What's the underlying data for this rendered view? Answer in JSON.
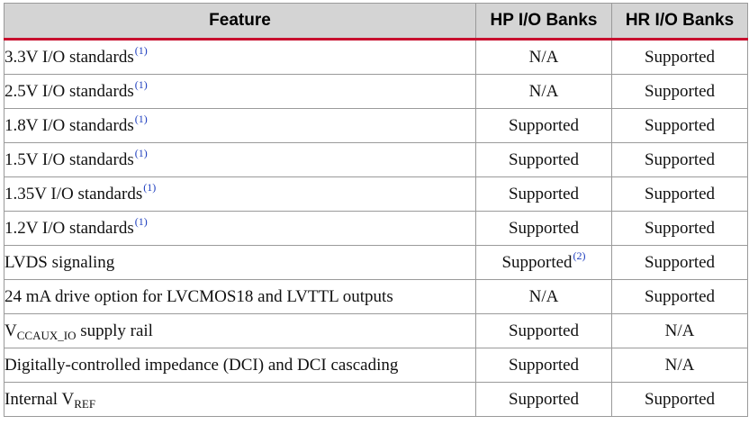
{
  "headers": {
    "feature": "Feature",
    "hp": "HP I/O Banks",
    "hr": "HR I/O Banks"
  },
  "rows": [
    {
      "feature": "3.3V I/O standards",
      "feature_note": "(1)",
      "hp": "N/A",
      "hr": "Supported"
    },
    {
      "feature": "2.5V I/O standards",
      "feature_note": "(1)",
      "hp": "N/A",
      "hr": "Supported"
    },
    {
      "feature": "1.8V I/O standards",
      "feature_note": "(1)",
      "hp": "Supported",
      "hr": "Supported"
    },
    {
      "feature": "1.5V I/O standards",
      "feature_note": "(1)",
      "hp": "Supported",
      "hr": "Supported"
    },
    {
      "feature": "1.35V I/O standards",
      "feature_note": "(1)",
      "hp": "Supported",
      "hr": "Supported"
    },
    {
      "feature": "1.2V I/O standards",
      "feature_note": "(1)",
      "hp": "Supported",
      "hr": "Supported"
    },
    {
      "feature": "LVDS signaling",
      "hp": "Supported",
      "hp_note": "(2)",
      "hr": "Supported"
    },
    {
      "feature": "24 mA drive option for LVCMOS18 and LVTTL outputs",
      "hp": "N/A",
      "hr": "Supported"
    },
    {
      "feature_prefix": "V",
      "feature_sub": "CCAUX_IO",
      "feature_suffix": " supply rail",
      "hp": "Supported",
      "hr": "N/A"
    },
    {
      "feature": "Digitally-controlled impedance (DCI) and DCI cascading",
      "hp": "Supported",
      "hr": "N/A"
    },
    {
      "feature_prefix": "Internal V",
      "feature_sub": "REF",
      "feature_suffix": "",
      "hp": "Supported",
      "hr": "Supported"
    }
  ],
  "colors": {
    "header_bg": "#d4d4d4",
    "header_rule": "#c8102e",
    "note_link": "#1f3fbf",
    "border": "#9a9a9a"
  }
}
